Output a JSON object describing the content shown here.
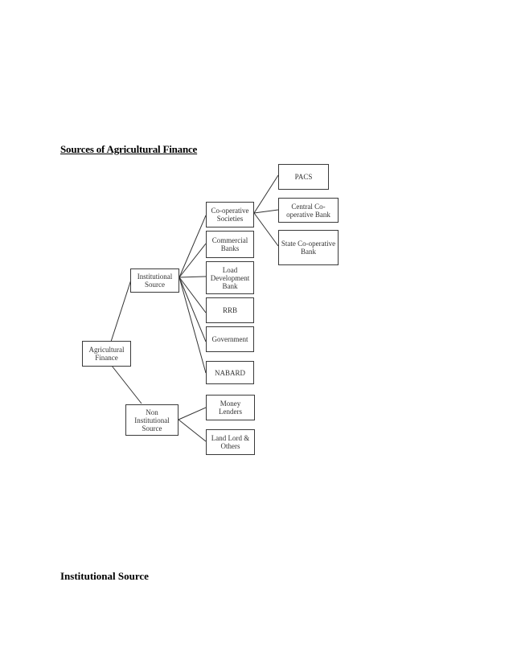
{
  "doc": {
    "heading_top": "Sources of Agricultural Finance",
    "heading_bottom": "Institutional Source"
  },
  "diagram": {
    "root": "Agricultural Finance",
    "institutional": "Institutional Source",
    "non_institutional": "Non Institutional Source",
    "cooperative": "Co-operative Societies",
    "commercial": "Commercial Banks",
    "land_dev": "Load Development Bank",
    "rrb": "RRB",
    "government": "Government",
    "nabard": "NABARD",
    "pacs": "PACS",
    "central_coop": "Central Co-operative Bank",
    "state_coop": "State Co-operative Bank",
    "money_lenders": "Money Lenders",
    "landlord": "Land Lord & Others"
  }
}
